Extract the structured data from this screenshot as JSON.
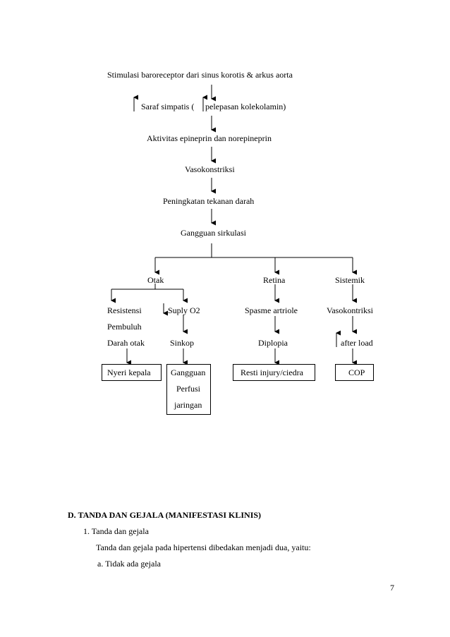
{
  "flowchart": {
    "step_1": "Stimulasi baroreceptor dari sinus korotis & arkus aorta",
    "step_2_a": "Saraf simpatis (",
    "step_2_b": "pelepasan kolekolamin)",
    "step_3": "Aktivitas epineprin dan norepineprin",
    "step_4": "Vasokonstriksi",
    "step_5": "Peningkatan tekanan darah",
    "step_6": "Gangguan sirkulasi",
    "branches": {
      "otak": {
        "label": "Otak",
        "left": {
          "line1": "Resistensi",
          "line2": "Pembuluh",
          "line3": "Darah otak",
          "outcome": "Nyeri kepala"
        },
        "right": {
          "label": "Suply O2",
          "effect": "Sinkop",
          "outcome_line1": "Gangguan",
          "outcome_line2": "Perfusi",
          "outcome_line3": "jaringan"
        }
      },
      "retina": {
        "label": "Retina",
        "step_1": "Spasme artriole",
        "step_2": "Diplopia",
        "outcome": "Resti injury/ciedra"
      },
      "sistemik": {
        "label": "Sistemik",
        "step_1": "Vasokontriksi",
        "step_2": "after load",
        "outcome": "COP"
      }
    }
  },
  "section": {
    "heading": "D.  TANDA DAN GEJALA (MANIFESTASI KLINIS)",
    "item_1": "1.   Tanda dan gejala",
    "paragraph": "Tanda dan gejala pada hipertensi dibedakan menjadi dua, yaitu:",
    "sub_a": "a.  Tidak ada gejala"
  },
  "page_number": "7"
}
